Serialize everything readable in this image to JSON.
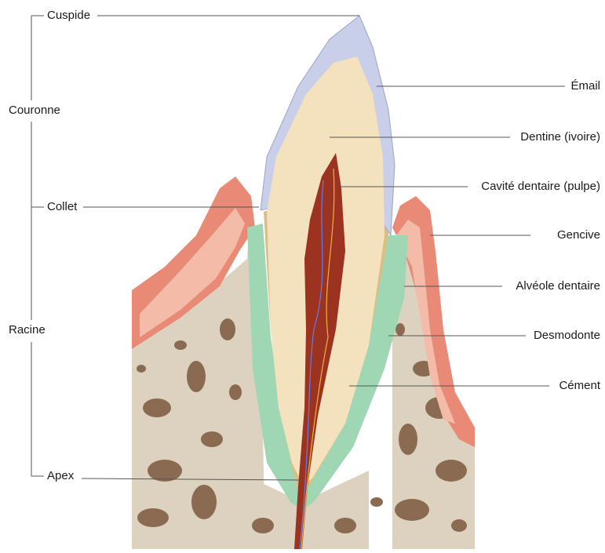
{
  "diagram": {
    "left_labels": {
      "cusp": "Cuspide",
      "crown": "Couronne",
      "neck": "Collet",
      "root": "Racine",
      "apex": "Apex"
    },
    "right_labels": {
      "enamel": "Émail",
      "dentin": "Dentine (ivoire)",
      "pulp_cavity": "Cavité dentaire (pulpe)",
      "gum": "Gencive",
      "alveolus": "Alvéole dentaire",
      "periodontium": "Desmodonte",
      "cementum": "Cément"
    }
  },
  "colors": {
    "enamel": "#c9cfe8",
    "dentin": "#f3e2bd",
    "pulp": "#9c3220",
    "gum": "#e98a76",
    "bone": "#ddd2c0",
    "bone_cavity": "#8a6a50",
    "periodontium": "#9fd7b4"
  }
}
